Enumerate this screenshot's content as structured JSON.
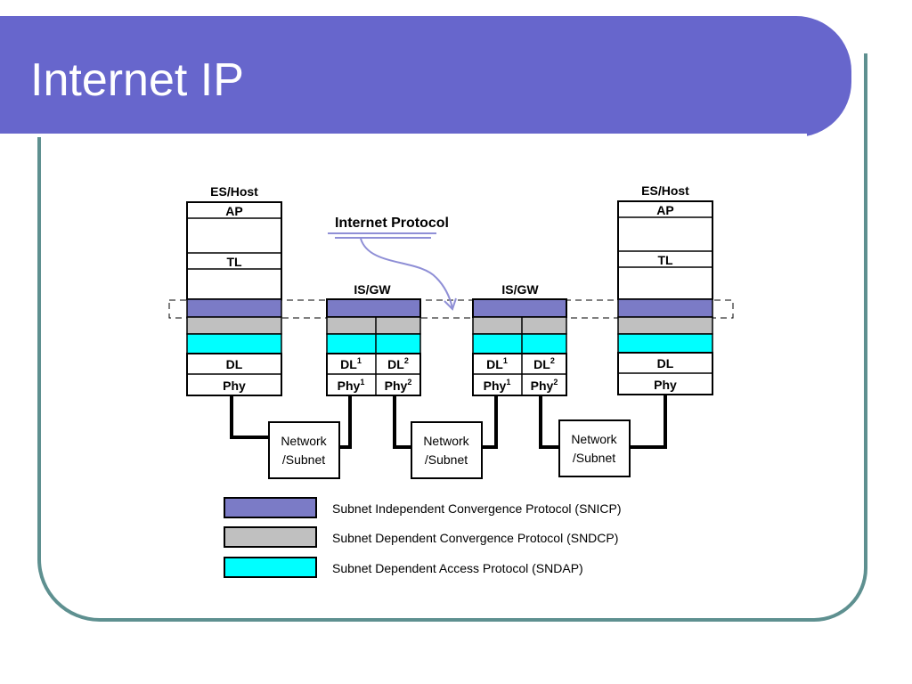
{
  "slide": {
    "title": "Internet IP"
  },
  "diagram": {
    "annotation": "Internet Protocol",
    "left_host": {
      "heading": "ES/Host",
      "layers": [
        "AP",
        "TL",
        "DL",
        "Phy"
      ]
    },
    "right_host": {
      "heading": "ES/Host",
      "layers": [
        "AP",
        "TL",
        "DL",
        "Phy"
      ]
    },
    "gateway_1": {
      "heading": "IS/GW",
      "dl": [
        "DL",
        "DL"
      ],
      "phy": [
        "Phy",
        "Phy"
      ],
      "sup": [
        "1",
        "2"
      ]
    },
    "gateway_2": {
      "heading": "IS/GW",
      "dl": [
        "DL",
        "DL"
      ],
      "phy": [
        "Phy",
        "Phy"
      ],
      "sup": [
        "1",
        "2"
      ]
    },
    "networks": [
      {
        "line1": "Network",
        "line2": "/Subnet"
      },
      {
        "line1": "Network",
        "line2": "/Subnet"
      },
      {
        "line1": "Network",
        "line2": "/Subnet"
      }
    ],
    "legend": [
      {
        "color": "#7b7bc6",
        "label": "Subnet Independent Convergence Protocol (SNICP)"
      },
      {
        "color": "#c0c0c0",
        "label": "Subnet Dependent Convergence Protocol (SNDCP)"
      },
      {
        "color": "#00ffff",
        "label": "Subnet Dependent Access Protocol (SNDAP)"
      }
    ],
    "colors": {
      "snicp": "#7b7bc6",
      "sndcp": "#c0c0c0",
      "sndap": "#00ffff",
      "arrow": "#8f8fd6"
    }
  }
}
